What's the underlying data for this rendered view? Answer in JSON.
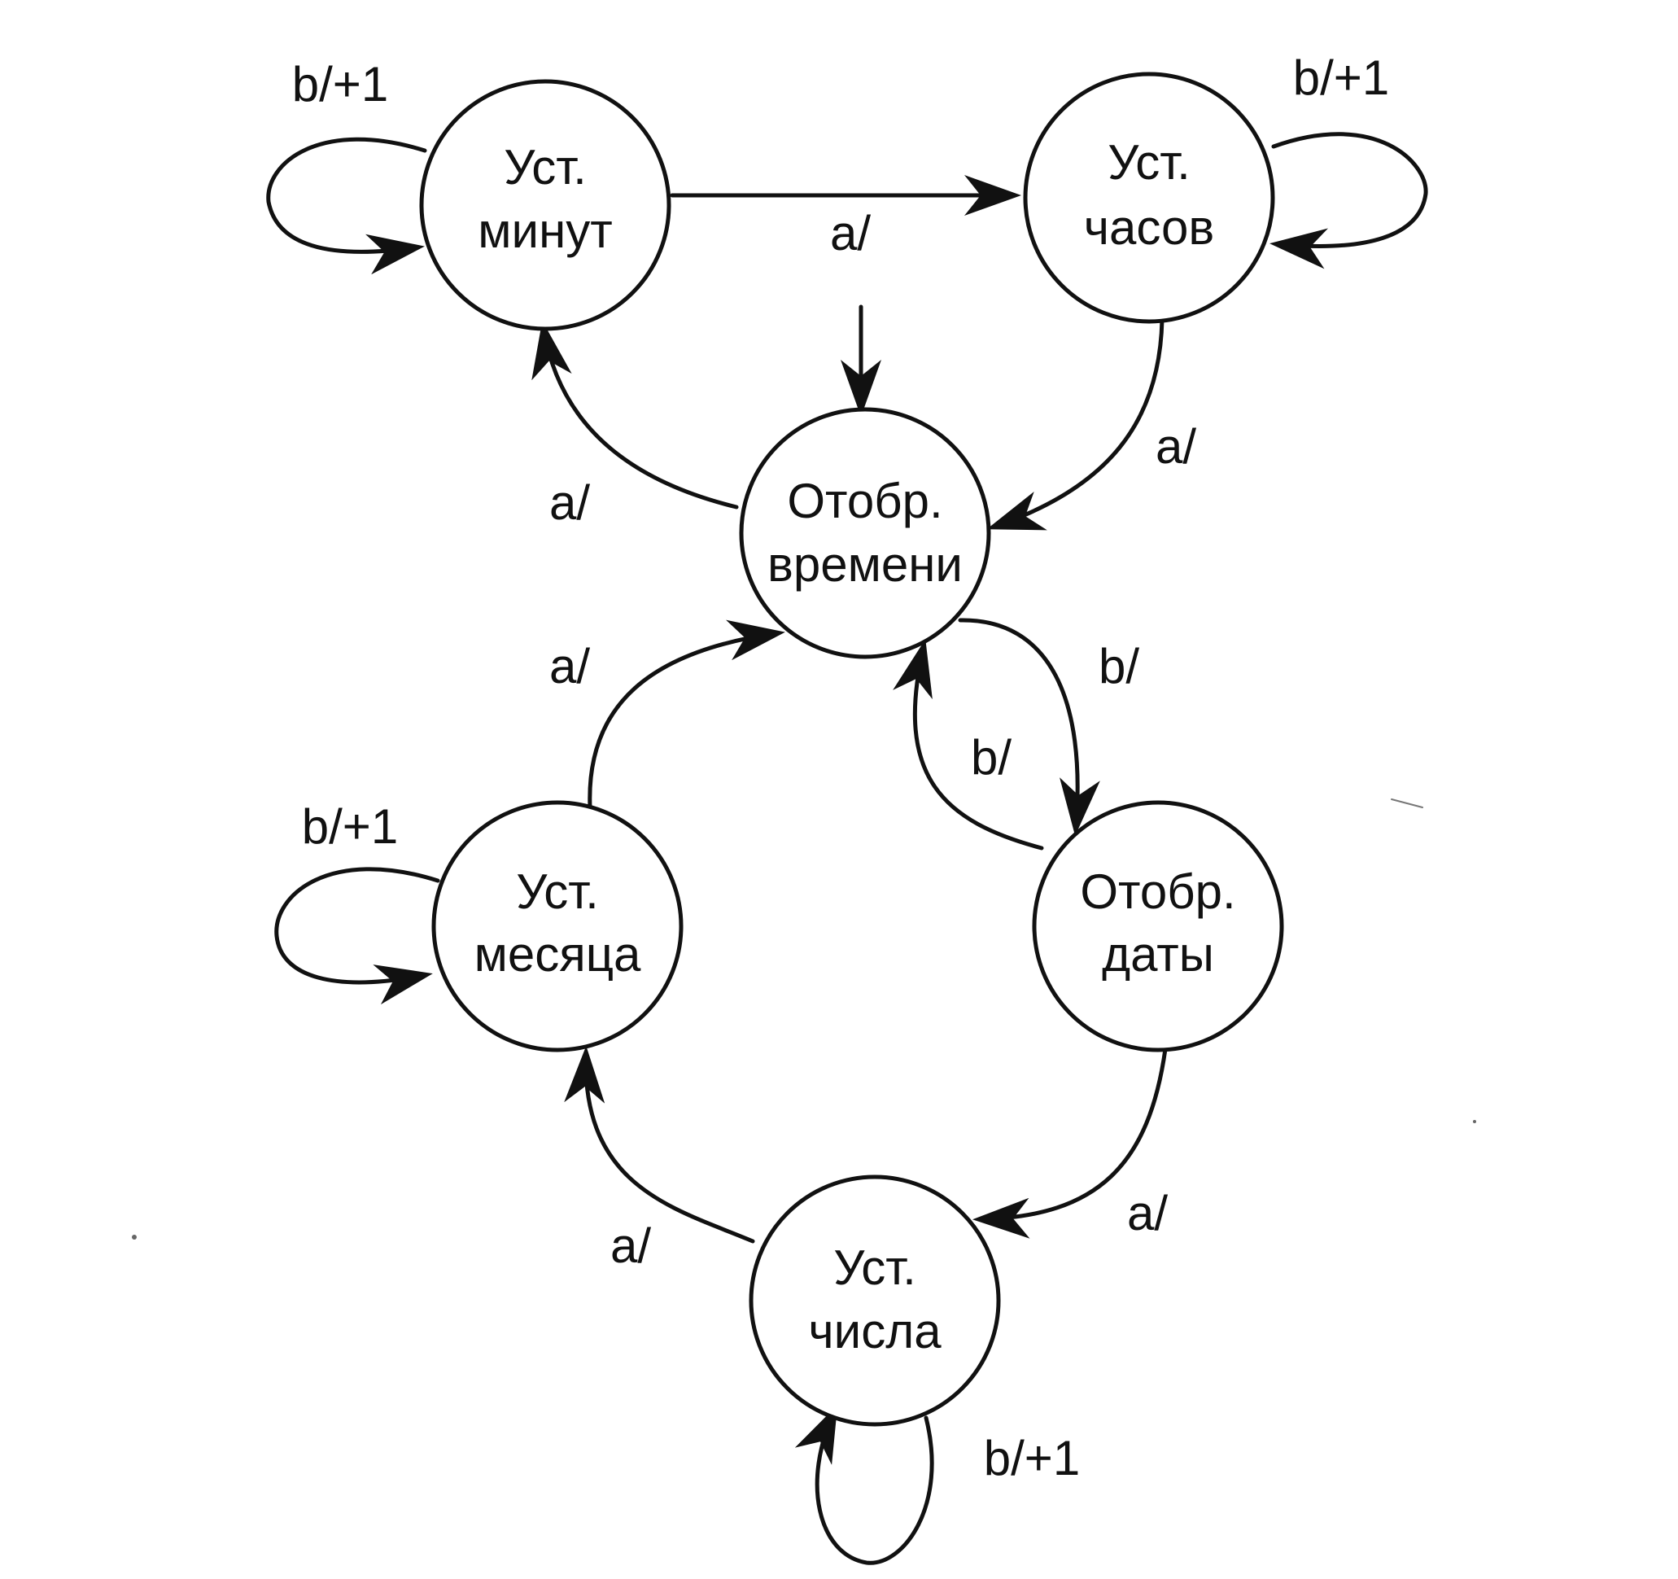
{
  "colors": {
    "ink": "#111111",
    "background": "#ffffff"
  },
  "states": {
    "set_minutes": {
      "line1": "Уст.",
      "line2": "минут"
    },
    "set_hours": {
      "line1": "Уст.",
      "line2": "часов"
    },
    "show_time": {
      "line1": "Отобр.",
      "line2": "времени"
    },
    "show_date": {
      "line1": "Отобр.",
      "line2": "даты"
    },
    "set_month": {
      "line1": "Уст.",
      "line2": "месяца"
    },
    "set_day": {
      "line1": "Уст.",
      "line2": "числа"
    }
  },
  "transitions": {
    "minutes_self": "b/+1",
    "hours_self": "b/+1",
    "month_self": "b/+1",
    "day_self": "b/+1",
    "minutes_to_hours": "a/",
    "hours_to_time": "a/",
    "time_to_minutes": "a/",
    "time_to_date": "b/",
    "date_to_time": "b/",
    "date_to_day": "a/",
    "day_to_month": "a/",
    "month_to_time": "a/"
  }
}
